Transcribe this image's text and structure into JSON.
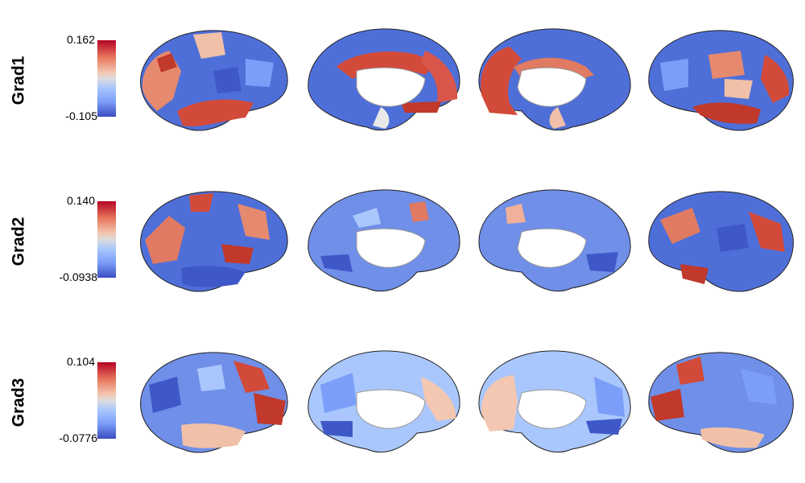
{
  "rows": [
    {
      "label": "Grad1",
      "max": "0.162",
      "min": "-0.105"
    },
    {
      "label": "Grad2",
      "max": "0.140",
      "min": "-0.0938"
    },
    {
      "label": "Grad3",
      "max": "0.104",
      "min": "-0.0776"
    }
  ],
  "colormap": {
    "high": "#b40426",
    "mid": "#dcdcdc",
    "low": "#3b4cc0"
  },
  "views": [
    "lateral-left",
    "medial-left",
    "medial-right",
    "lateral-right"
  ]
}
